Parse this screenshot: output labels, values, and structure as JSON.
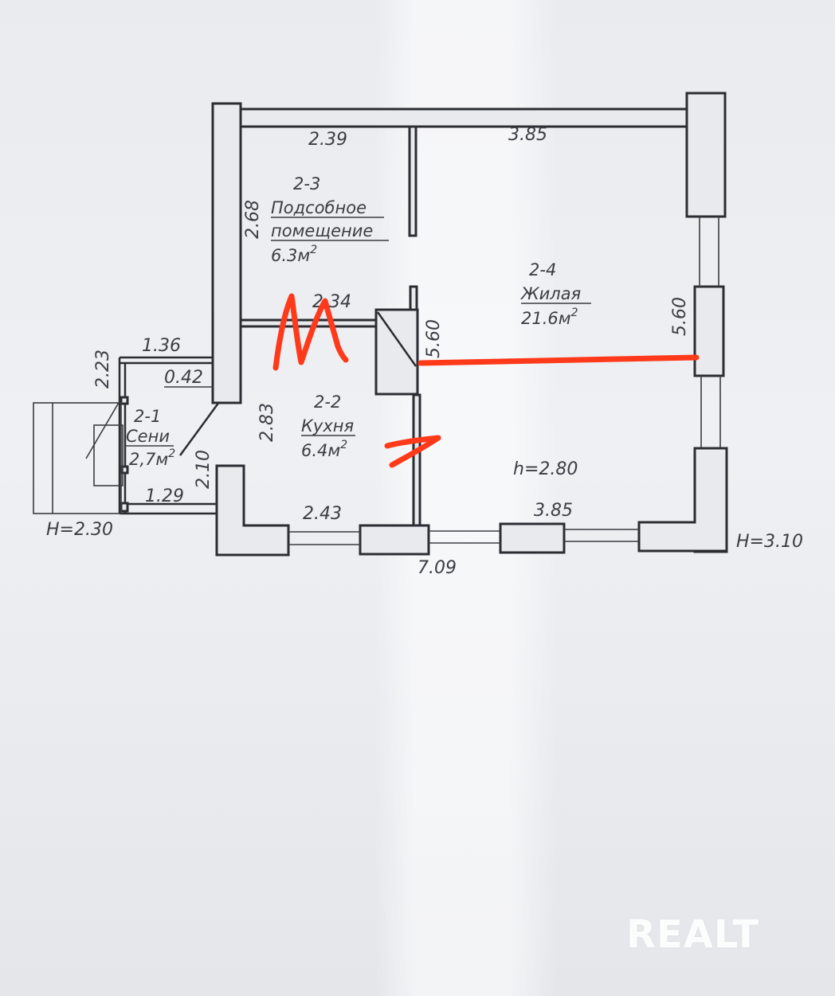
{
  "rooms": [
    {
      "id": "2-3",
      "name_line1": "Подсобное",
      "name_line2": "помещение",
      "area": "6.3м",
      "area_sup": "2"
    },
    {
      "id": "2-4",
      "name_line1": "Жилая",
      "area": "21.6м",
      "area_sup": "2"
    },
    {
      "id": "2-2",
      "name_line1": "Кухня",
      "area": "6.4м",
      "area_sup": "2"
    },
    {
      "id": "2-1",
      "name_line1": "Сени",
      "area": "2,7м",
      "area_sup": "2"
    }
  ],
  "dimensions": {
    "top_left": "2.39",
    "top_right": "3.85",
    "left_upper": "2.68",
    "mid_horizontal": "2.34",
    "partition_vertical": "5.60",
    "right_wall": "5.60",
    "kitchen_height": "2.83",
    "bottom_left": "2.43",
    "bottom_right": "3.85",
    "total_width": "7.09",
    "seni_top": "1.36",
    "seni_left": "2.23",
    "seni_offset": "0.42",
    "seni_right": "2.10",
    "seni_bottom": "1.29"
  },
  "heights": {
    "left": "Н=2.30",
    "right": "Н=3.10",
    "ceiling": "h=2.80"
  },
  "watermark": "REALT",
  "colors": {
    "ink": "#2b2d33",
    "marker": "#ff3a1a",
    "paper": "#eceef1"
  }
}
